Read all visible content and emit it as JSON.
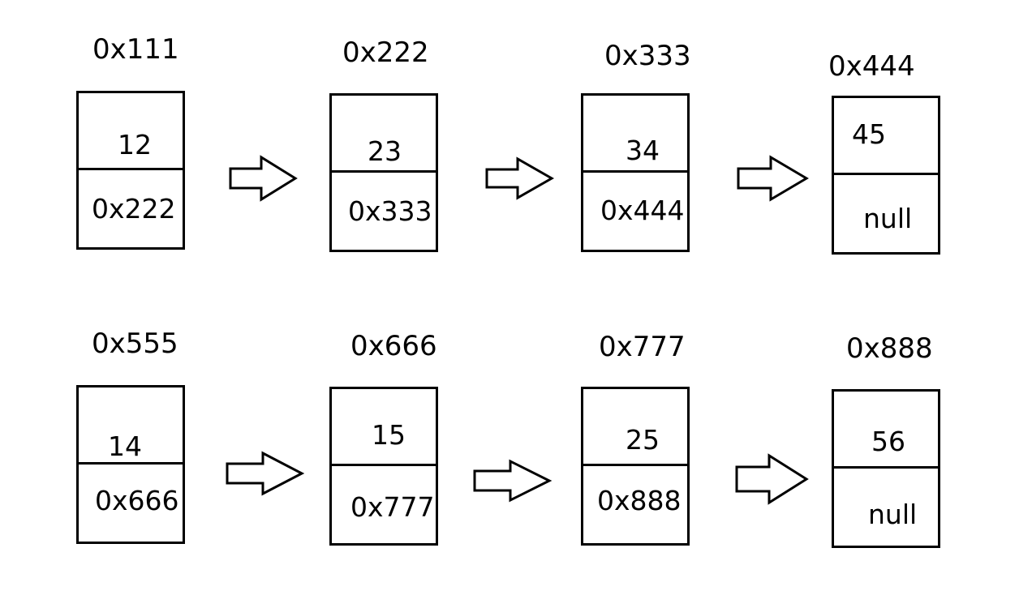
{
  "lists": [
    {
      "nodes": [
        {
          "address": "0x111",
          "value": "12",
          "next": "0x222"
        },
        {
          "address": "0x222",
          "value": "23",
          "next": "0x333"
        },
        {
          "address": "0x333",
          "value": "34",
          "next": "0x444"
        },
        {
          "address": "0x444",
          "value": "45",
          "next": "null"
        }
      ]
    },
    {
      "nodes": [
        {
          "address": "0x555",
          "value": "14",
          "next": "0x666"
        },
        {
          "address": "0x666",
          "value": "15",
          "next": "0x777"
        },
        {
          "address": "0x777",
          "value": "25",
          "next": "0x888"
        },
        {
          "address": "0x888",
          "value": "56",
          "next": "null"
        }
      ]
    }
  ]
}
